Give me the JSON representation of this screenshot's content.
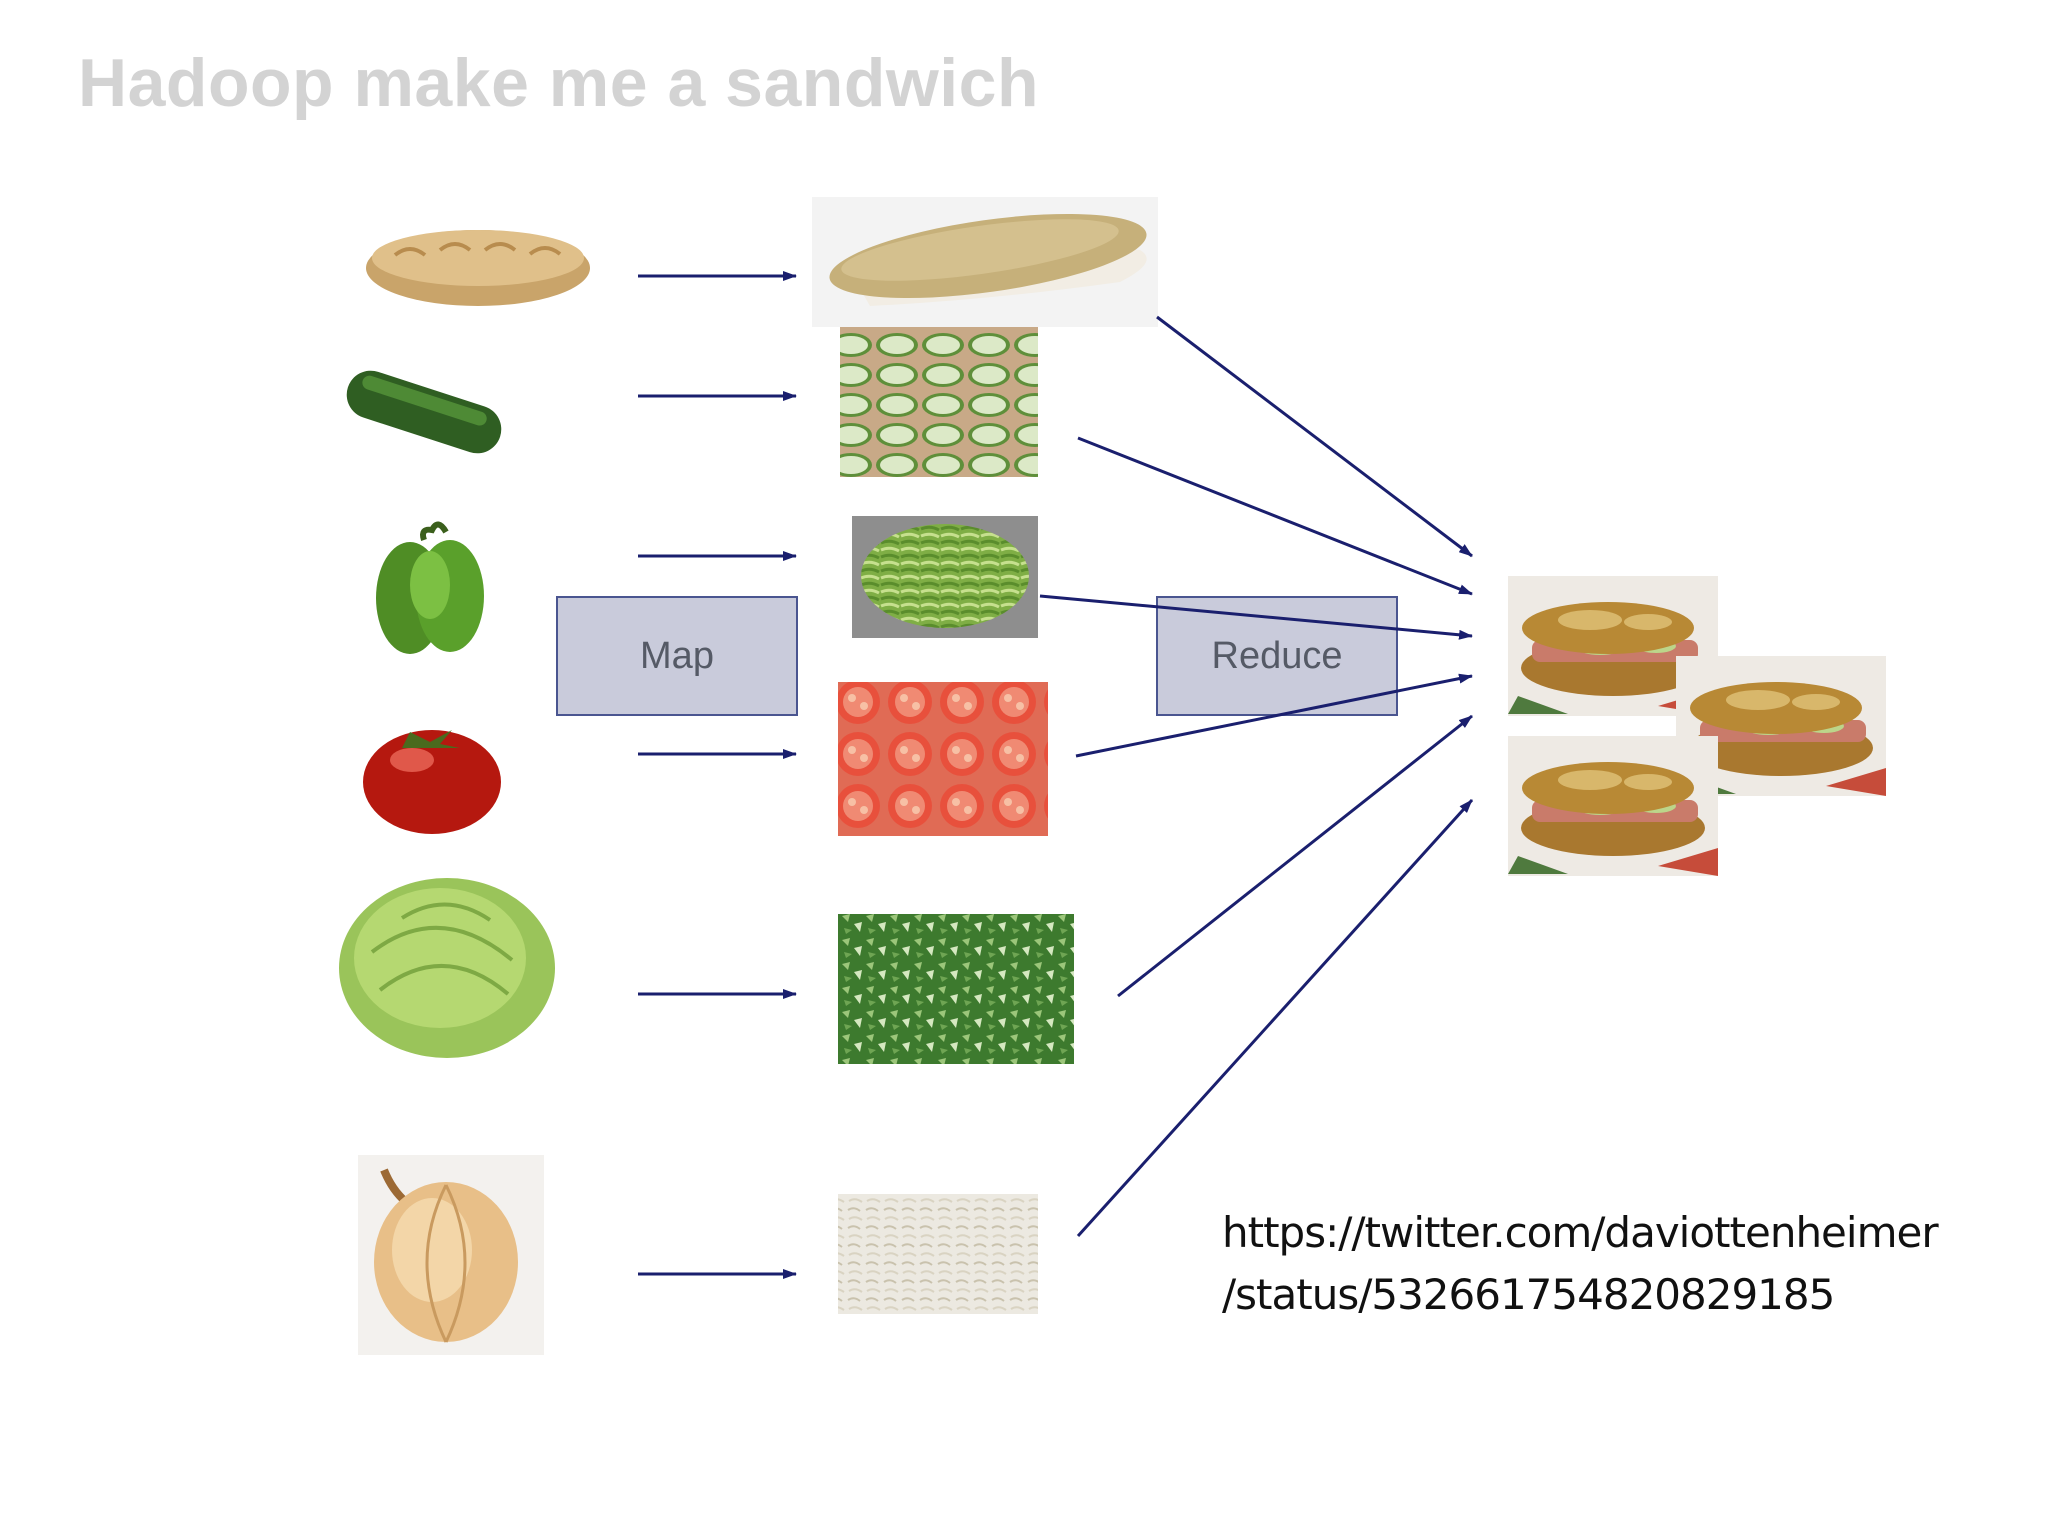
{
  "title": "Hadoop make me a sandwich",
  "map_label": "Map",
  "reduce_label": "Reduce",
  "source": {
    "line1": "https://twitter.com/daviottenheimer",
    "line2": "/status/532661754820829185"
  },
  "ingredients": [
    "bread",
    "cucumber",
    "green-pepper",
    "tomato",
    "lettuce",
    "onion"
  ],
  "colors": {
    "arrow": "#1a1f6e",
    "box_fill": "#c9cbdb",
    "box_stroke": "#4a5590",
    "title": "#d3d3d3"
  }
}
